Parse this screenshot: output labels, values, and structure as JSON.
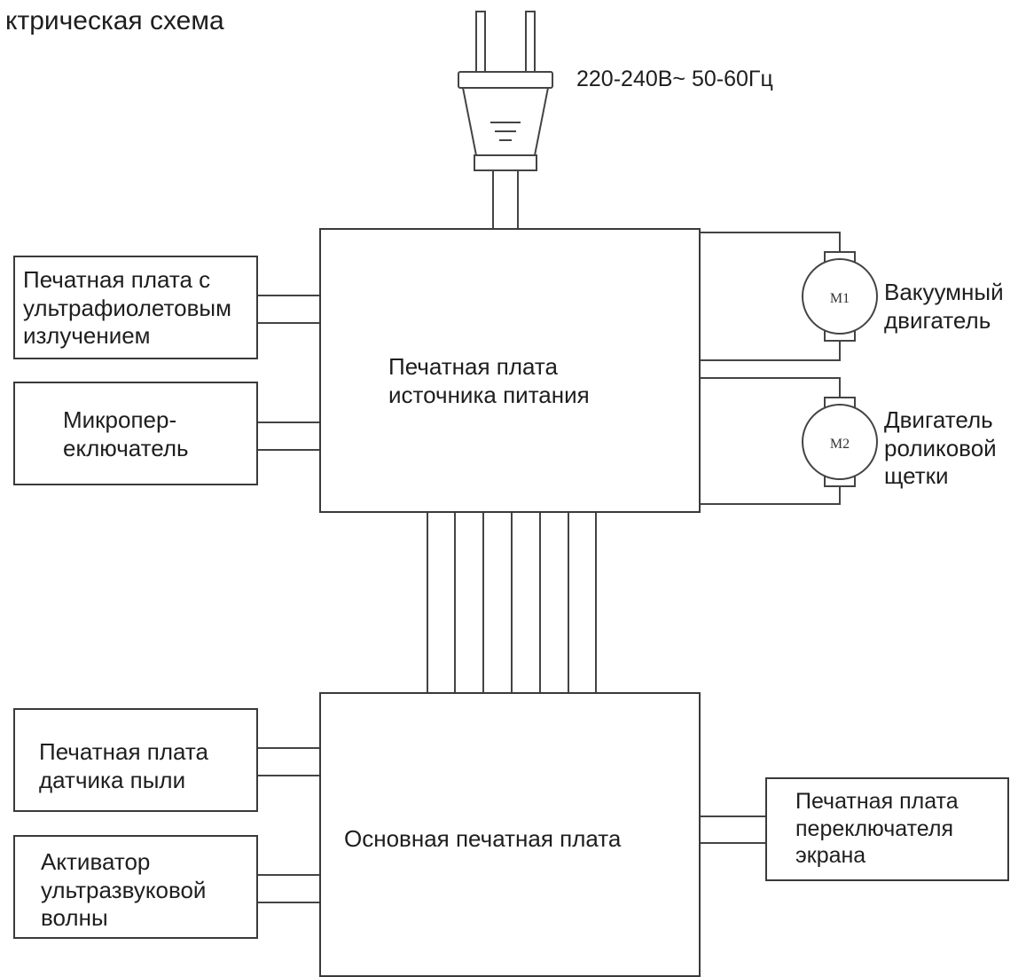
{
  "page": {
    "title": "ктрическая схема"
  },
  "power": {
    "spec": "220-240В~ 50-60Гц"
  },
  "blocks": {
    "uv_board": "Печатная плата с\nультрафиолетовым\nизлучением",
    "microswitch": "Микропер-\nеключатель",
    "psu_board": "Печатная плата\nисточника питания",
    "dust_sensor": "Печатная плата\nдатчика пыли",
    "ultrasonic": "Активатор\nультразвуковой\nволны",
    "main_board": "Основная печатная плата",
    "screen_switch": "Печатная плата\nпереключателя\nэкрана"
  },
  "motors": [
    {
      "tag": "M1",
      "label": "Вакуумный\nдвигатель"
    },
    {
      "tag": "M2",
      "label": "Двигатель\nроликовой\nщетки"
    }
  ]
}
